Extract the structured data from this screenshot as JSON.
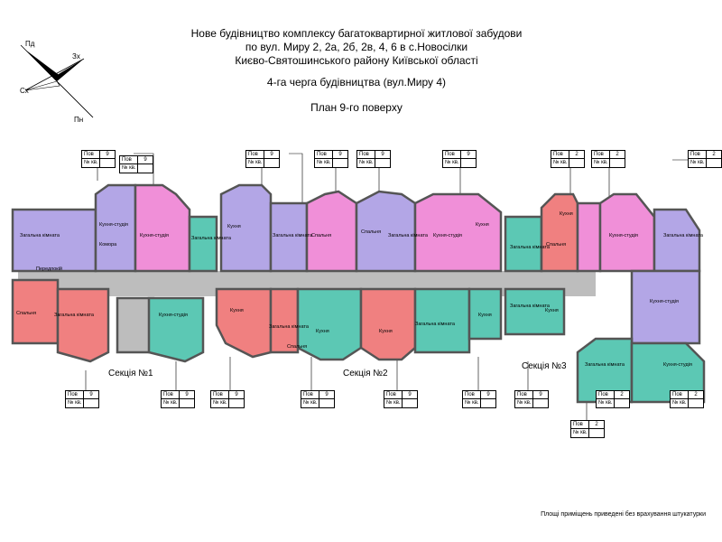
{
  "header": {
    "line1": "Нове будівництво комплексу багатоквартирної житлової забудови",
    "line2": "по вул. Миру 2, 2а, 2б, 2в, 4, 6 в с.Новосілки",
    "line3": "Києво-Святошинського району Київської області",
    "queue": "4-га черга будівництва (вул.Миру 4)",
    "plan": "План 9-го поверху"
  },
  "compass": {
    "nw": "Пд",
    "ne": "Зх",
    "sw": "Сх",
    "s": "Пн"
  },
  "sections": [
    "Секція №1",
    "Секція №2",
    "Секція №3"
  ],
  "note": "Площі приміщень приведені без врахування штукатурки",
  "tag_labels": {
    "floor": "Пов",
    "apt": "№ кв."
  },
  "tags_top": [
    {
      "floor": "9"
    },
    {
      "floor": "9"
    },
    {
      "floor": "9"
    },
    {
      "floor": "9"
    },
    {
      "floor": "9"
    },
    {
      "floor": "9"
    },
    {
      "floor": "2"
    },
    {
      "floor": "2"
    },
    {
      "floor": "2"
    }
  ],
  "tags_bottom": [
    {
      "floor": "9"
    },
    {
      "floor": "9"
    },
    {
      "floor": "9"
    },
    {
      "floor": "9"
    },
    {
      "floor": "9"
    },
    {
      "floor": "9"
    },
    {
      "floor": "9"
    },
    {
      "floor": "2"
    },
    {
      "floor": "2"
    }
  ],
  "tag_lone": {
    "floor": "2"
  },
  "rooms": {
    "general": "Загальна кімната",
    "kitchen": "Кухня",
    "kitchen_studio": "Кухня-студія",
    "bedroom": "Спальня",
    "hall": "Передпокій",
    "storage": "Комора"
  },
  "colors": {
    "lilac": "#b3a6e6",
    "pink": "#f08fd8",
    "teal": "#5cc8b4",
    "salmon": "#f08080",
    "corridor": "#bdbdbd",
    "wall": "#555555"
  }
}
